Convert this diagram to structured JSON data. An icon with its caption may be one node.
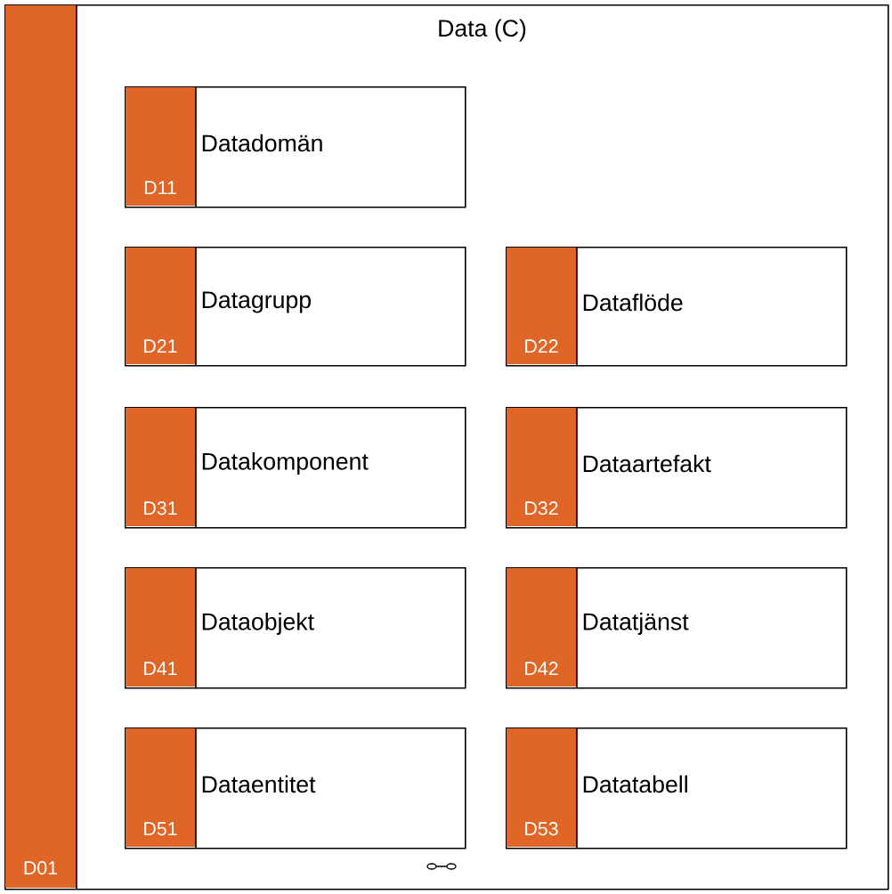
{
  "diagram": {
    "nodes": [
      {
        "text": [
          "Data (C)",
          "D01"
        ]
      },
      {
        "text": [
          "Datadomän",
          "D11"
        ],
        "in": 0
      },
      {
        "text": [
          "Datagrupp",
          "D21"
        ],
        "in": 0
      },
      {
        "text": [
          "Dataflöde",
          "D22"
        ],
        "in": 0
      },
      {
        "text": [
          "Datakomponent",
          "D31"
        ],
        "in": 0
      },
      {
        "text": [
          "Dataartefakt",
          "D32"
        ],
        "in": 0
      },
      {
        "text": [
          "Dataobjekt",
          "D41"
        ],
        "in": 0
      },
      {
        "text": [
          "Datatjänst",
          "D42"
        ],
        "in": 0
      },
      {
        "text": [
          "Dataentitet",
          "D51"
        ],
        "in": 0
      },
      {
        "text": [
          "Datatabell",
          "D53"
        ],
        "in": 0
      }
    ]
  }
}
